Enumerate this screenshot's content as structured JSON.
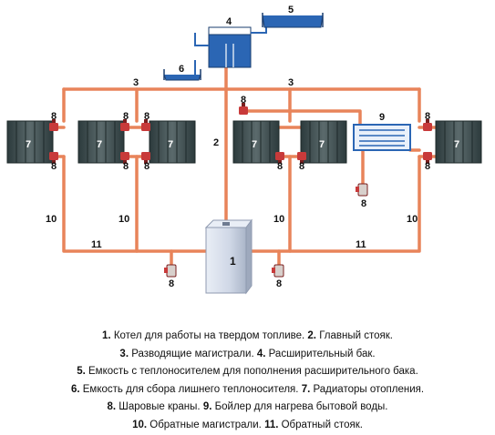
{
  "diagram": {
    "labels": {
      "boiler": "1",
      "riser": "2",
      "mains": "3",
      "expansion_tank": "4",
      "supply_vessel": "5",
      "overflow_vessel": "6",
      "radiator": "7",
      "valve": "8",
      "water_heater": "9",
      "return_mains": "10",
      "return_riser": "11"
    },
    "colors": {
      "pipe": "#e8845a",
      "water": "#2b66b4",
      "radiator": "#3c4a4c",
      "boiler": "#cfd7e6",
      "valve": "#c83a3a"
    }
  },
  "legend": {
    "lines": [
      [
        {
          "n": "1.",
          "t": " Котел для работы на твердом топливе. "
        },
        {
          "n": "2.",
          "t": " Главный стояк."
        }
      ],
      [
        {
          "n": "3.",
          "t": " Разводящие магистрали. "
        },
        {
          "n": "4.",
          "t": " Расширительный бак."
        }
      ],
      [
        {
          "n": "5.",
          "t": " Емкость с теплоносителем для пополнения расширительного бака."
        }
      ],
      [
        {
          "n": "6.",
          "t": " Емкость для сбора лишнего теплоносителя. "
        },
        {
          "n": "7.",
          "t": " Радиаторы отопления."
        }
      ],
      [
        {
          "n": "8.",
          "t": " Шаровые краны. "
        },
        {
          "n": "9.",
          "t": " Бойлер для нагрева бытовой воды."
        }
      ],
      [
        {
          "n": "10.",
          "t": " Обратные магистрали. "
        },
        {
          "n": "11.",
          "t": " Обратный стояк."
        }
      ]
    ]
  }
}
